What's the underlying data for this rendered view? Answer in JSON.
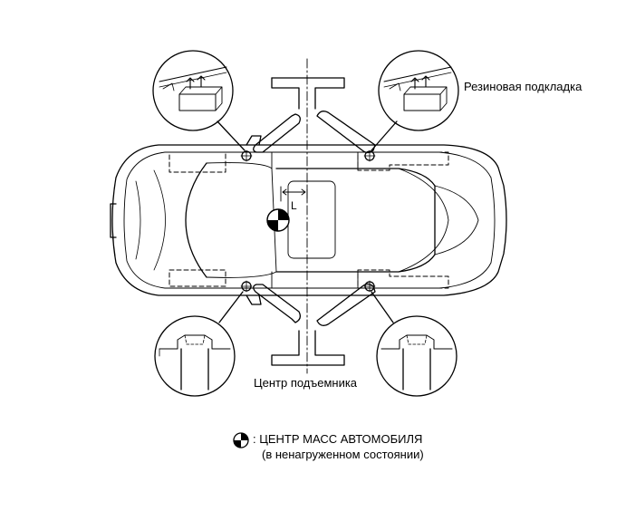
{
  "labels": {
    "rubber_pad": "Резиновая подкладка",
    "lift_center": "Центр подъемника",
    "legend_title": ": ЦЕНТР МАСС АВТОМОБИЛЯ",
    "legend_subtitle": "(в ненагруженном состоянии)",
    "dimension_letter": "L"
  },
  "icons": {
    "center_of_mass": "center-of-mass-icon"
  }
}
